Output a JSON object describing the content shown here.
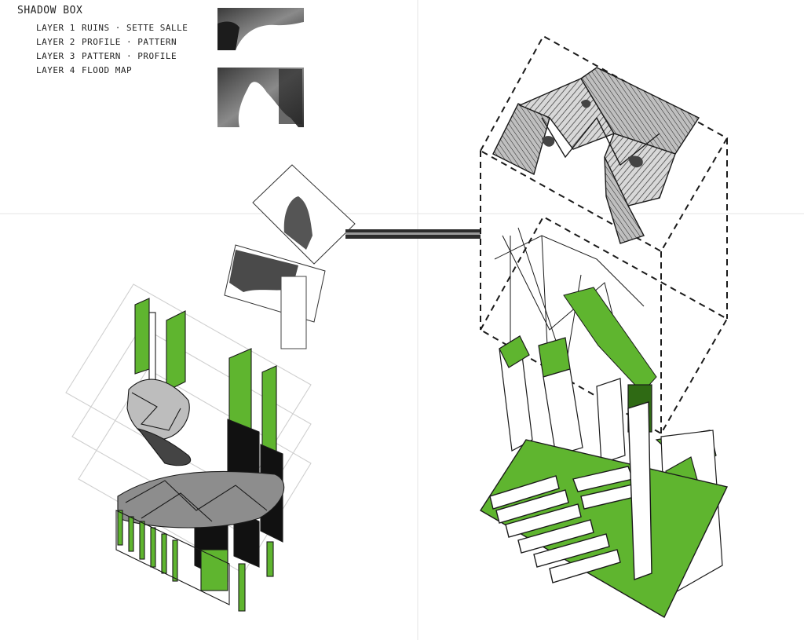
{
  "sheet": {
    "title": "SHADOW BOX",
    "layers": [
      {
        "layer": "LAYER 1",
        "description": "RUINS · SETTE SALLE"
      },
      {
        "layer": "LAYER 2",
        "description": "PROFILE · PATTERN"
      },
      {
        "layer": "LAYER 3",
        "description": "PATTERN · PROFILE"
      },
      {
        "layer": "LAYER 4",
        "description": "FLOOD MAP"
      }
    ]
  },
  "colors": {
    "paper": "#ffffff",
    "ink": "#1a1a1a",
    "accent_green": "#5fb52f",
    "dark_green": "#2f6a14",
    "photo_gray": "#6e6e6e"
  },
  "icons": [
    "isometric-model-left",
    "exploded-axonometric-right",
    "photo-collage"
  ]
}
